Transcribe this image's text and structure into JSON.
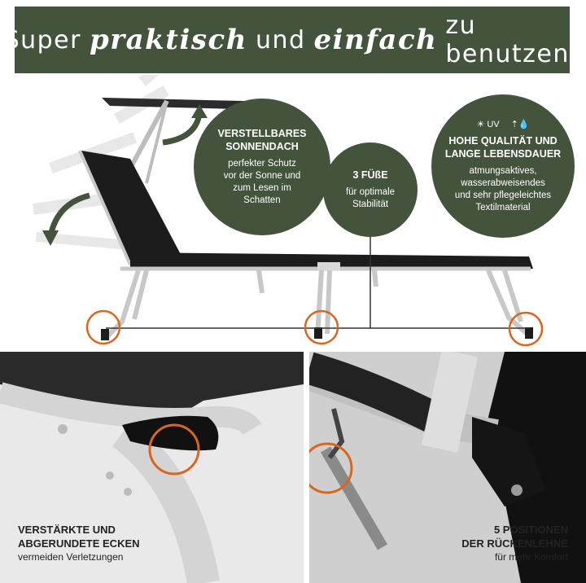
{
  "banner": {
    "text_before": "Super",
    "accent_1": "praktisch",
    "text_mid": "und",
    "accent_2": "einfach",
    "text_after": "zu benutzen!"
  },
  "features": {
    "sunroof": {
      "title_line1": "VERSTELLBARES",
      "title_line2": "SONNENDACH",
      "desc_line1": "perfekter Schutz",
      "desc_line2": "vor der Sonne und",
      "desc_line3": "zum Lesen im",
      "desc_line4": "Schatten"
    },
    "feet": {
      "title": "3 FÜßE",
      "desc_line1": "für optimale",
      "desc_line2": "Stabilität"
    },
    "quality": {
      "icon_1_label": "UV",
      "title_line1": "HOHE QUALITÄT UND",
      "title_line2": "LANGE LEBENSDAUER",
      "desc_line1": "atmungsaktives,",
      "desc_line2": "wasserabweisendes",
      "desc_line3": "und sehr pflegeleichtes",
      "desc_line4": "Textilmaterial"
    }
  },
  "details": {
    "corners": {
      "title_line1": "VERSTÄRKTE UND",
      "title_line2": "ABGERUNDETE ECKEN",
      "desc": "vermeiden Verletzungen"
    },
    "backrest": {
      "title_line1": "5 POSITIONEN",
      "title_line2": "DER RÜCKENLEHNE",
      "desc": "für mehr Komfort"
    }
  },
  "colors": {
    "brand_green": "#44533b",
    "highlight_orange": "#d9661f",
    "fabric_black": "#1c1c1c",
    "frame_silver": "#c8c8c8"
  }
}
